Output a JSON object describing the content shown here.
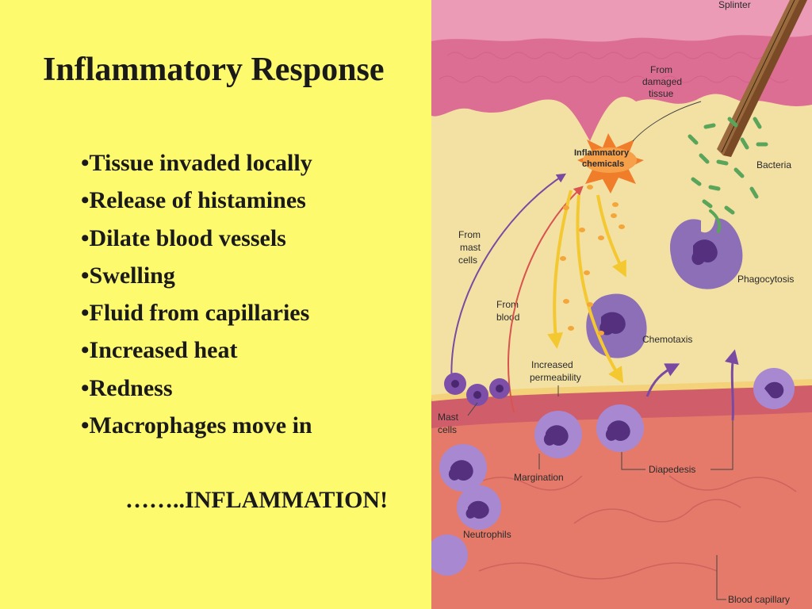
{
  "slide": {
    "title": "Inflammatory Response",
    "bullets": [
      "Tissue invaded locally",
      "Release of histamines",
      "Dilate blood vessels",
      "Swelling",
      "Fluid from capillaries",
      "Increased heat",
      "Redness",
      "Macrophages move in"
    ],
    "conclusion": "……..INFLAMMATION!"
  },
  "diagram": {
    "labels": {
      "splinter": "Splinter",
      "from_damaged_1": "From",
      "from_damaged_2": "damaged",
      "from_damaged_3": "tissue",
      "chemicals_1": "Inflammatory",
      "chemicals_2": "chemicals",
      "bacteria": "Bacteria",
      "mast_cells_src_1": "From",
      "mast_cells_src_2": "mast",
      "mast_cells_src_3": "cells",
      "phagocytosis": "Phagocytosis",
      "from_blood_1": "From",
      "from_blood_2": "blood",
      "chemotaxis": "Chemotaxis",
      "permeability_1": "Increased",
      "permeability_2": "permeability",
      "mast_cells_1": "Mast",
      "mast_cells_2": "cells",
      "margination": "Margination",
      "diapedesis": "Diapedesis",
      "neutrophils": "Neutrophils",
      "blood_capillary": "Blood capillary"
    },
    "colors": {
      "background": "#fefa6e",
      "tissue": "#f3e1a4",
      "skin": "#dd6e93",
      "capillary": "#e57a6a",
      "cell": "#8d6fb8",
      "nucleus": "#54307f",
      "bacteria": "#5aa55a",
      "starburst": "#f07d2a",
      "arrow_yellow": "#f4c830",
      "arrow_purple": "#7a4aa3",
      "arrow_red": "#d9534f"
    }
  }
}
